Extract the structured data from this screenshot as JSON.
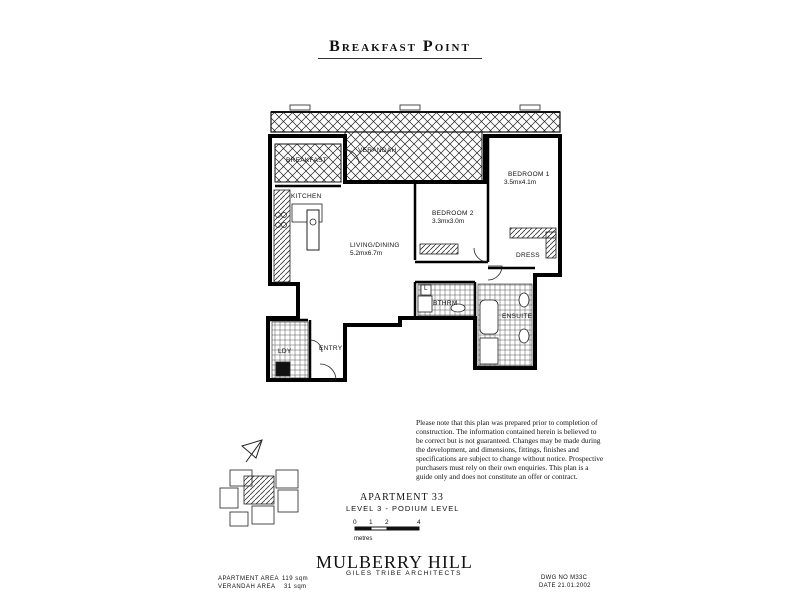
{
  "header": {
    "title": "Breakfast Point"
  },
  "rooms": {
    "verandah": "VERANDAH",
    "breakfast": "BREAKFAST",
    "kitchen": "KITCHEN",
    "living_name": "LIVING/DINING",
    "living_dim": "5.2mx6.7m",
    "bed2_name": "BEDROOM 2",
    "bed2_dim": "3.3mx3.0m",
    "bed1_name": "BEDROOM 1",
    "bed1_dim": "3.5mx4.1m",
    "dress": "DRESS",
    "bathroom": "BTHRM",
    "ensuite": "ENSUITE",
    "laundry": "LDY",
    "entry": "ENTRY",
    "linen": "L"
  },
  "disclaimer": "Please note that this plan was prepared prior to completion of construction. The information contained herein is believed to be correct but is not guaranteed. Changes may be made during the development, and dimensions, fittings, finishes and specifications are subject to change without notice. Prospective purchasers must rely on their own enquiries. This plan is a guide only and does not constitute an offer or contract.",
  "apartment": {
    "name": "APARTMENT 33",
    "level": "LEVEL 3 - PODIUM LEVEL"
  },
  "scale": {
    "ticks": [
      "0",
      "1",
      "2",
      "4"
    ],
    "unit": "metres"
  },
  "project": {
    "name": "MULBERRY HILL",
    "architects": "GILES TRIBE ARCHITECTS"
  },
  "areas": {
    "apartment_label": "APARTMENT AREA",
    "apartment_value": "119 sqm",
    "verandah_label": "VERANDAH AREA",
    "verandah_value": "31 sqm"
  },
  "drawing": {
    "number": "DWG NO M33C",
    "date": "DATE 21.01.2002"
  }
}
